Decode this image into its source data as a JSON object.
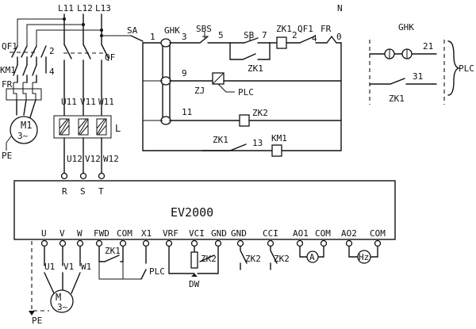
{
  "labels": {
    "l11": "L11",
    "l12": "L12",
    "l13": "L13",
    "n": "N",
    "qf1_left": "QF1",
    "km1_left": "KM1",
    "fr_left": "FR",
    "num_2_left": "2",
    "num_4_left": "4",
    "m1": "M1",
    "m1_phase": "3~",
    "pe_top": "PE",
    "u11": "U11",
    "v11": "V11",
    "w11": "W11",
    "u12": "U12",
    "v12": "V12",
    "w12": "W12",
    "qf_main": "QF",
    "reactor": "L",
    "r": "R",
    "s": "S",
    "t": "T",
    "sa": "SA",
    "ghk_ctrl": "GHK",
    "num_1": "1",
    "num_3": "3",
    "sbs": "SBS",
    "num_5": "5",
    "sb": "SB",
    "num_7": "7",
    "zk1_coil_a": "ZK1",
    "num_2": "2",
    "qf1_ctrl": "QF1",
    "num_4": "4",
    "fr_ctrl": "FR",
    "num_0": "0",
    "zk1_contact_a": "ZK1",
    "num_9": "9",
    "zj": "ZJ",
    "plc_ctrl": "PLC",
    "num_11": "11",
    "zk2_coil": "ZK2",
    "zk1_contact_b": "ZK1",
    "num_13": "13",
    "km1_coil": "KM1",
    "ghk_plc": "GHK",
    "num_21": "21",
    "num_31": "31",
    "zk1_plc": "ZK1",
    "plc_out": "PLC",
    "inverter": "EV2000",
    "t_u": "U",
    "t_v": "V",
    "t_w": "W",
    "t_fwd": "FWD",
    "t_com1": "COM",
    "t_x1": "X1",
    "t_vrf": "VRF",
    "t_vci": "VCI",
    "t_gnd1": "GND",
    "t_gnd2": "GND",
    "t_cci": "CCI",
    "t_ao1": "AO1",
    "t_com2": "COM",
    "t_ao2": "AO2",
    "t_com3": "COM",
    "u1": "U1",
    "v1": "V1",
    "w1": "W1",
    "zk1_fwd": "ZK1",
    "plc_x1": "PLC",
    "zk2_vci": "ZK2",
    "dw": "DW",
    "zk2_gnd": "ZK2",
    "zk2_cci": "ZK2",
    "meter_a": "A",
    "meter_hz": "Hz",
    "motor": "M",
    "motor_phase": "3~",
    "pe_bottom": "PE"
  }
}
